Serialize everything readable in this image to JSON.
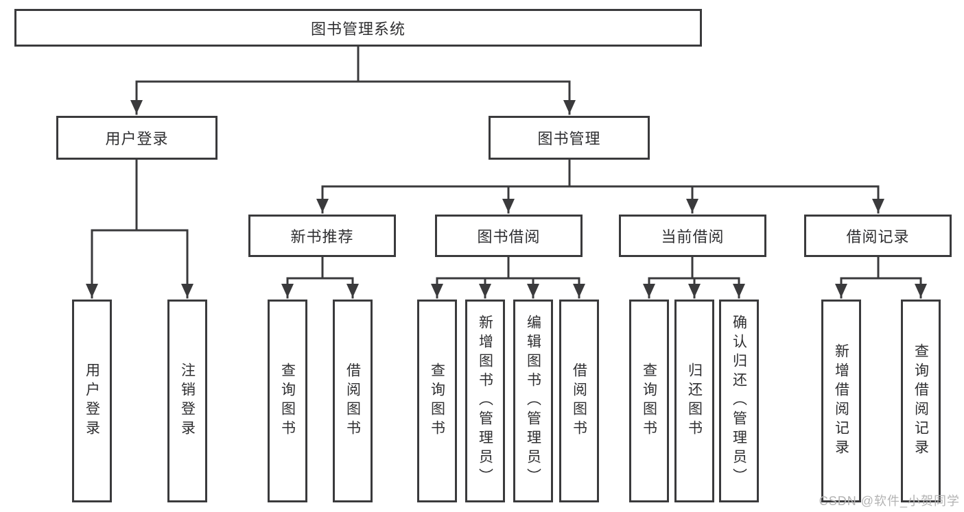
{
  "diagram": {
    "root": {
      "label": "图书管理系统"
    },
    "level2": [
      {
        "label": "用户登录"
      },
      {
        "label": "图书管理"
      }
    ],
    "level3": [
      {
        "label": "新书推荐"
      },
      {
        "label": "图书借阅"
      },
      {
        "label": "当前借阅"
      },
      {
        "label": "借阅记录"
      }
    ],
    "leaves": {
      "user_login": [
        {
          "label": "用户登录"
        },
        {
          "label": "注销登录"
        }
      ],
      "new_book": [
        {
          "label": "查询图书"
        },
        {
          "label": "借阅图书"
        }
      ],
      "book_borrow": [
        {
          "label": "查询图书"
        },
        {
          "label": "新增图书（管理员）"
        },
        {
          "label": "编辑图书（管理员）"
        },
        {
          "label": "借阅图书"
        }
      ],
      "current_borrow": [
        {
          "label": "查询图书"
        },
        {
          "label": "归还图书"
        },
        {
          "label": "确认归还（管理员）"
        }
      ],
      "borrow_record": [
        {
          "label": "新增借阅记录"
        },
        {
          "label": "查询借阅记录"
        }
      ]
    }
  },
  "watermark": {
    "text": "CSDN @软件_小贺同学"
  },
  "colors": {
    "line": "#3a3a3c",
    "text": "#2f2f31",
    "watermark": "#b3b3b3",
    "background": "#ffffff"
  }
}
